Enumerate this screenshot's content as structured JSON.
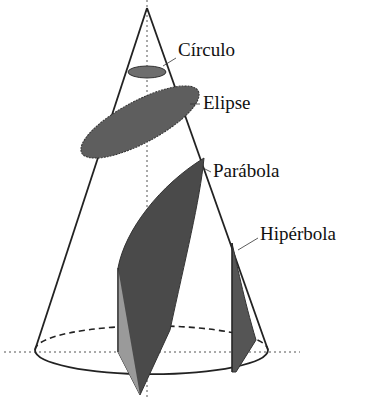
{
  "diagram": {
    "labels": [
      "Círculo",
      "Elipse",
      "Parábola",
      "Hipérbola"
    ]
  }
}
